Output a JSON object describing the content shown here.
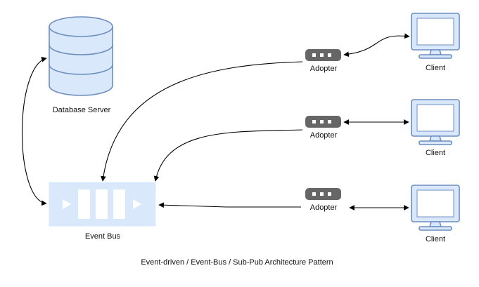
{
  "diagram": {
    "caption": "Event-driven / Event-Bus / Sub-Pub Architecture Pattern",
    "nodes": {
      "database": {
        "label": "Database Server",
        "icon": "database-icon"
      },
      "event_bus": {
        "label": "Event Bus",
        "icon": "event-bus-queue-icon"
      },
      "adopter_1": {
        "label": "Adopter",
        "icon": "adopter-device-icon"
      },
      "adopter_2": {
        "label": "Adopter",
        "icon": "adopter-device-icon"
      },
      "adopter_3": {
        "label": "Adopter",
        "icon": "adopter-device-icon"
      },
      "client_1": {
        "label": "Client",
        "icon": "monitor-icon"
      },
      "client_2": {
        "label": "Client",
        "icon": "monitor-icon"
      },
      "client_3": {
        "label": "Client",
        "icon": "monitor-icon"
      }
    },
    "edges": [
      {
        "from": "database",
        "to": "event_bus",
        "direction": "both"
      },
      {
        "from": "adopter_1",
        "to": "event_bus",
        "direction": "forward"
      },
      {
        "from": "adopter_2",
        "to": "event_bus",
        "direction": "forward"
      },
      {
        "from": "adopter_3",
        "to": "event_bus",
        "direction": "forward"
      },
      {
        "from": "adopter_1",
        "to": "client_1",
        "direction": "both"
      },
      {
        "from": "adopter_2",
        "to": "client_2",
        "direction": "both"
      },
      {
        "from": "adopter_3",
        "to": "client_3",
        "direction": "both"
      }
    ],
    "colors": {
      "shape_fill": "#dae8fc",
      "shape_stroke": "#6c8ebf",
      "adopter_fill": "#666666",
      "edge": "#000000",
      "text": "#111111"
    }
  }
}
